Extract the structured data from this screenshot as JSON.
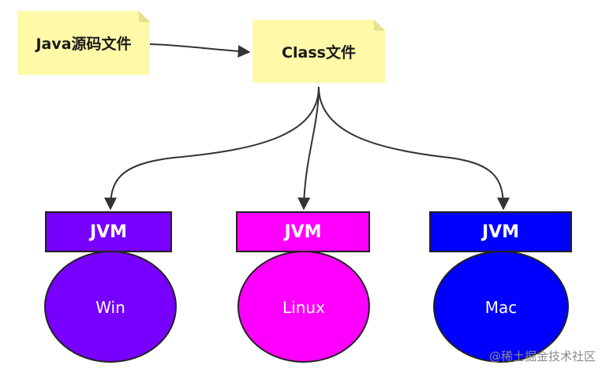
{
  "source_note": {
    "label": "Java源码文件"
  },
  "class_note": {
    "label": "Class文件"
  },
  "platforms": [
    {
      "jvm_label": "JVM",
      "os_label": "Win",
      "color": "#7700ff"
    },
    {
      "jvm_label": "JVM",
      "os_label": "Linux",
      "color": "#ff00ff"
    },
    {
      "jvm_label": "JVM",
      "os_label": "Mac",
      "color": "#0000ff"
    }
  ],
  "colors": {
    "note_fill": "#fff9a8",
    "note_fold": "#e6df8c",
    "edge": "#333333"
  },
  "watermark": "@稀土掘金技术社区"
}
